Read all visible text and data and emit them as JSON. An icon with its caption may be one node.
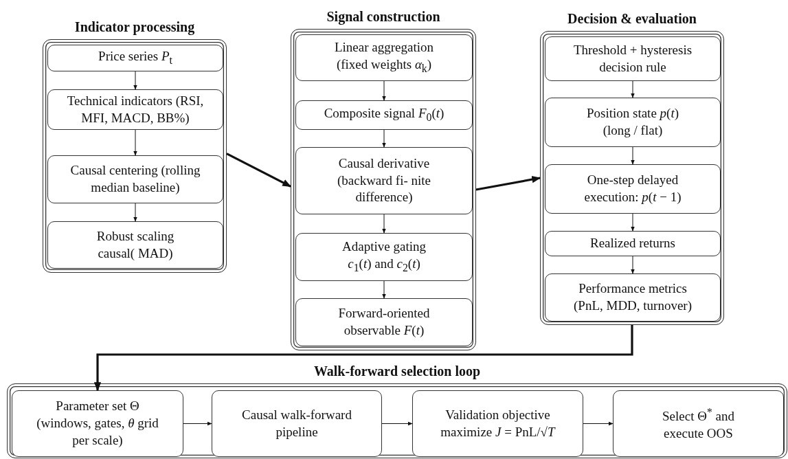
{
  "diagram": {
    "nodes": [
      {
        "text": [
          "Indicator processing"
        ]
      },
      {
        "text": [
          "Price series *P*$_{t}$"
        ],
        "in": 0
      },
      {
        "text": [
          "Technical indicators (RSI, MFI, MACD, BB%)"
        ],
        "in": 0
      },
      {
        "text": [
          "Causal centering (rolling median baseline)"
        ],
        "in": 0
      },
      {
        "text": [
          "Robust scaling causal( MAD)"
        ],
        "in": 0
      },
      {
        "text": [
          "Signal construction"
        ]
      },
      {
        "text": [
          "Linear aggregation (fixed weights *α*$_{k}$)"
        ],
        "in": 5
      },
      {
        "text": [
          "Composite signal *F*$_{0}$(*t*)"
        ],
        "in": 5
      },
      {
        "text": [
          "Causal derivative (backward fi- nite difference)"
        ],
        "in": 5
      },
      {
        "text": [
          "Adaptive gating *c*$_{1}$(*t*) and *c*$_{2}$(*t*)"
        ],
        "in": 5
      },
      {
        "text": [
          "Forward-oriented observable *F*(*t*)"
        ],
        "in": 5
      },
      {
        "text": [
          "Decision & evaluation"
        ]
      },
      {
        "text": [
          "Threshold + hysteresis decision rule"
        ],
        "in": 11
      },
      {
        "text": [
          "Position state *p*(*t*) (long / flat)"
        ],
        "in": 11
      },
      {
        "text": [
          "One-step delayed execution: *p*(*t* − 1)"
        ],
        "in": 11
      },
      {
        "text": [
          "Realized returns"
        ],
        "in": 11
      },
      {
        "text": [
          "Performance metrics (PnL, MDD, turnover)"
        ],
        "in": 11
      },
      {
        "text": [
          "Walk-forward selection loop"
        ]
      },
      {
        "text": [
          "Parameter set Θ (windows, gates, *θ* grid per scale)"
        ],
        "in": 17
      },
      {
        "text": [
          "Causal walk-forward pipeline"
        ],
        "in": 17
      },
      {
        "text": [
          "Validation objective maximize *J* = PnL/√*T*"
        ],
        "in": 17
      },
      {
        "text": [
          "Select Θ$^{*}$ and execute OOS"
        ],
        "in": 17
      }
    ],
    "edges": [
      {
        "from": 1,
        "to": 2,
        "arrow": "to"
      },
      {
        "from": 2,
        "to": 3,
        "arrow": "to"
      },
      {
        "from": 3,
        "to": 4,
        "arrow": "to"
      },
      {
        "from": 0,
        "to": 5,
        "arrow": "to",
        "style": "thick"
      },
      {
        "from": 6,
        "to": 7,
        "arrow": "to"
      },
      {
        "from": 7,
        "to": 8,
        "arrow": "to"
      },
      {
        "from": 8,
        "to": 9,
        "arrow": "to"
      },
      {
        "from": 9,
        "to": 10,
        "arrow": "to"
      },
      {
        "from": 5,
        "to": 11,
        "arrow": "to",
        "style": "thick"
      },
      {
        "from": 12,
        "to": 13,
        "arrow": "to"
      },
      {
        "from": 13,
        "to": 14,
        "arrow": "to"
      },
      {
        "from": 14,
        "to": 15,
        "arrow": "to"
      },
      {
        "from": 15,
        "to": 16,
        "arrow": "to"
      },
      {
        "from": 11,
        "to": 18,
        "arrow": "to",
        "style": "thick"
      },
      {
        "from": 18,
        "to": 19,
        "arrow": "to"
      },
      {
        "from": 19,
        "to": 20,
        "arrow": "to"
      },
      {
        "from": 20,
        "to": 21,
        "arrow": "to"
      }
    ]
  }
}
